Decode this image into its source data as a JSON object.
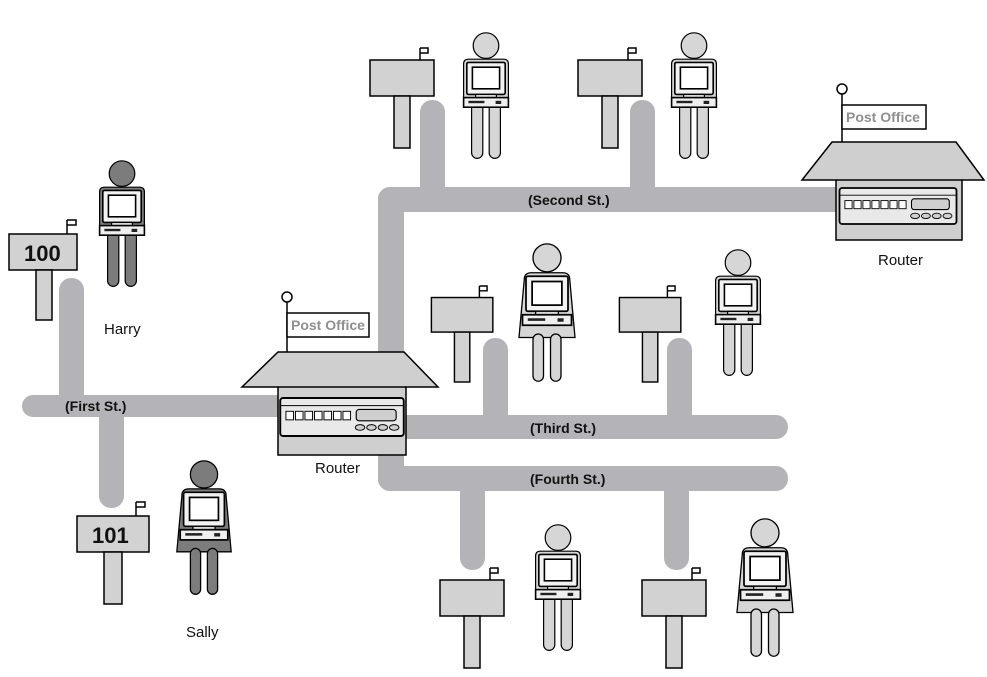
{
  "streets": {
    "first": "(First St.)",
    "second": "(Second St.)",
    "third": "(Third St.)",
    "fourth": "(Fourth St.)"
  },
  "post_office": {
    "sign": "Post Office",
    "label": "Router"
  },
  "people": {
    "harry": "Harry",
    "sally": "Sally"
  },
  "mailboxes": {
    "harry_number": "100",
    "sally_number": "101"
  }
}
